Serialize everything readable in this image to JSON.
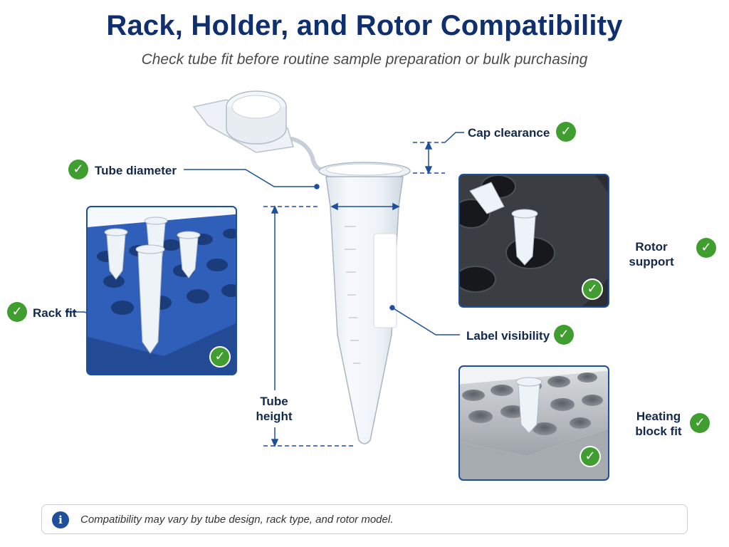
{
  "title": "Rack, Holder, and Rotor Compatibility",
  "subtitle": "Check tube fit before routine sample preparation or bulk purchasing",
  "callouts": {
    "tube_diameter": "Tube diameter",
    "cap_clearance": "Cap clearance",
    "rack_fit": "Rack fit",
    "rotor_support": "Rotor support",
    "label_visibility": "Label visibility",
    "tube_height": "Tube height",
    "heating_block_fit": "Heating block fit"
  },
  "icons": {
    "check": "check-mark-icon",
    "info": "info-icon"
  },
  "footer": {
    "info_glyph": "i",
    "note": "Compatibility may vary by tube design, rack type, and rotor model."
  },
  "colors": {
    "title": "#0f2f6e",
    "accent_blue": "#1e4f9c",
    "check_green": "#3f9e2f",
    "rack_blue": "#2f5fb8",
    "rotor_dark": "#2b2d31",
    "block_metal": "#b6babf"
  }
}
